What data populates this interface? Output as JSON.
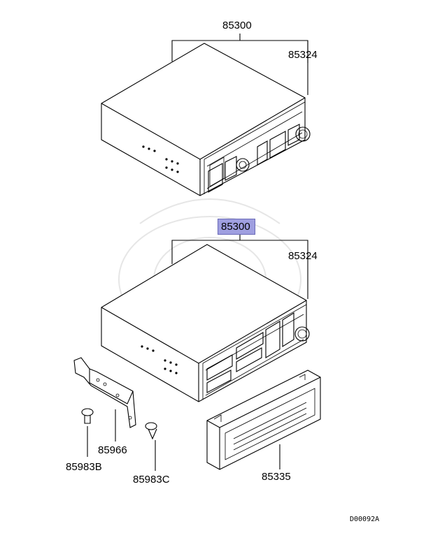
{
  "diagram": {
    "labels": {
      "top_unit": "85300",
      "top_knob": "85324",
      "bottom_unit_highlighted": "85300",
      "bottom_knob": "85324",
      "bracket": "85966",
      "bolt": "85983B",
      "screw": "85983C",
      "panel": "85335",
      "diagram_code": "D00092A"
    },
    "highlight_color": "#9f9fe0"
  }
}
